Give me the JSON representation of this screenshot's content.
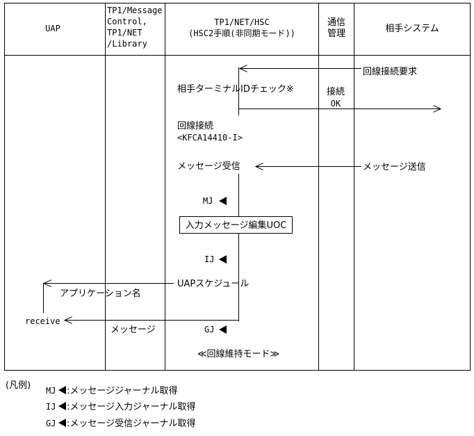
{
  "columns": {
    "uap": "UAP",
    "message_control": [
      "TP1/Message",
      "Control,",
      "TP1/NET",
      "/Library"
    ],
    "net_hsc": [
      "TP1/NET/HSC",
      "(HSC2手順(非同期モード))"
    ],
    "comm_mgmt": [
      "通信",
      "管理"
    ],
    "partner": "相手システム"
  },
  "messages": {
    "line_connect_request": "回線接続要求",
    "terminal_id_check": "相手ターミナルIDチェック※",
    "connect_ok": [
      "接続",
      "OK"
    ],
    "line_connect": [
      "回線接続",
      "<KFCA14410-I>"
    ],
    "message_receive": "メッセージ受信",
    "message_send": "メッセージ送信",
    "mj": "MJ",
    "edit_uoc": "入力メッセージ編集UOC",
    "ij": "IJ",
    "uap_schedule": "UAPスケジュール",
    "application_name": "アプリケーション名",
    "receive": "receive",
    "message": "メッセージ",
    "gj": "GJ",
    "line_keep_mode": "≪回線維持モード≫"
  },
  "legend": {
    "title": "(凡例)",
    "items": [
      {
        "code": "MJ",
        "text": ":メッセージジャーナル取得"
      },
      {
        "code": "IJ",
        "text": ":メッセージ入力ジャーナル取得"
      },
      {
        "code": "GJ",
        "text": ":メッセージ受信ジャーナル取得"
      }
    ]
  }
}
